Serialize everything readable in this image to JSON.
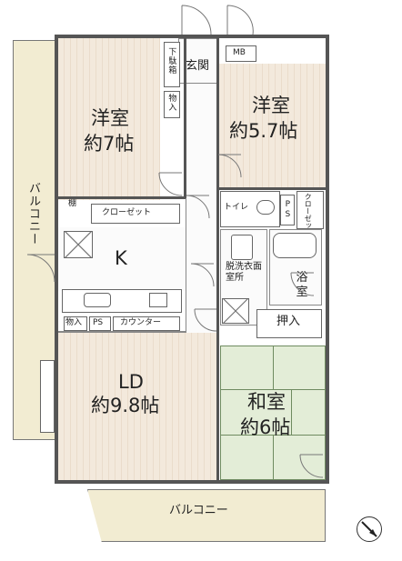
{
  "rooms": {
    "western1": {
      "name": "洋室",
      "size": "約7帖"
    },
    "western2": {
      "name": "洋室",
      "size": "約5.7帖"
    },
    "kitchen": {
      "name": "K"
    },
    "ld": {
      "name": "LD",
      "size": "約9.8帖"
    },
    "washitsu": {
      "name": "和室",
      "size": "約6帖"
    }
  },
  "labels": {
    "geta": "下駄箱",
    "entrance": "玄関",
    "mb": "MB",
    "storage_small": "物入",
    "shelf": "棚",
    "closet": "クローゼット",
    "toilet": "トイレ",
    "ps": "PS",
    "closet_v": "クローゼット",
    "washroom": "脱洗衣面室所",
    "bath": "浴室",
    "storage_ld": "物入",
    "ps_ld": "PS",
    "counter": "カウンター",
    "oshiire": "押入",
    "balcony_left": "バルコニー",
    "balcony_bottom": "バルコニー"
  },
  "colors": {
    "wall": "#555555",
    "wood_floor": "#f3e9dc",
    "balcony": "#f2ecd2",
    "tatami": "#e3edd7"
  }
}
